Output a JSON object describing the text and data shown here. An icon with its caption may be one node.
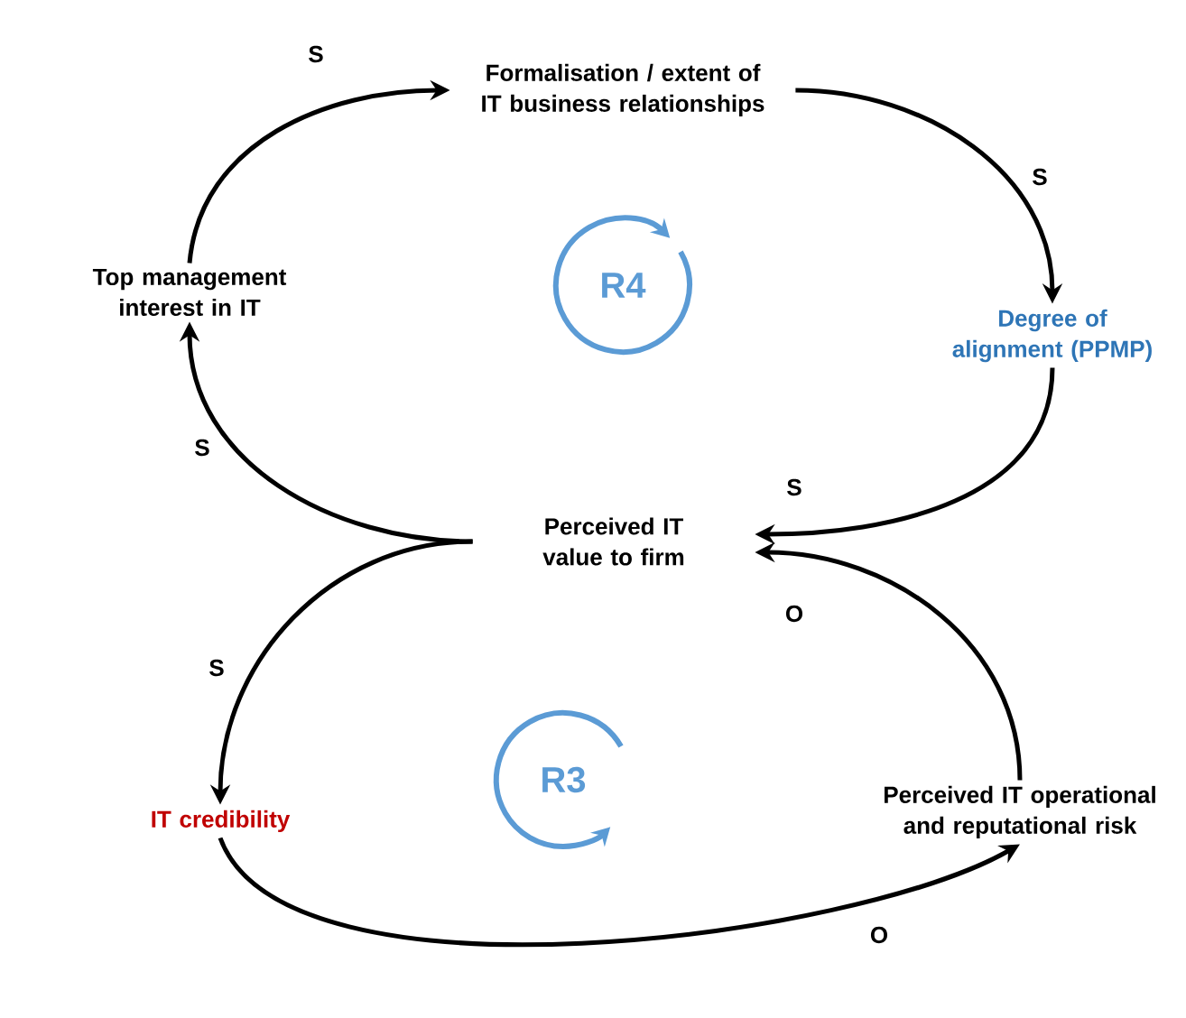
{
  "diagram": {
    "nodes": [
      {
        "text": [
          "Formalisation / extent of IT business relationships"
        ]
      },
      {
        "text": [
          "Degree of alignment (PPMP)"
        ]
      },
      {
        "text": [
          "Perceived IT value to firm"
        ]
      },
      {
        "text": [
          "Top management interest in IT"
        ]
      },
      {
        "text": [
          "IT credibility"
        ]
      },
      {
        "text": [
          "Perceived IT operational and reputational risk"
        ]
      }
    ],
    "edges": [
      {
        "from": 3,
        "to": 0,
        "arrow": "to",
        "label": "S"
      },
      {
        "from": 0,
        "to": 1,
        "arrow": "to",
        "label": "S"
      },
      {
        "from": 1,
        "to": 2,
        "arrow": "to",
        "label": "S"
      },
      {
        "from": 2,
        "to": 3,
        "arrow": "to",
        "label": "S"
      },
      {
        "from": 2,
        "to": 4,
        "arrow": "to",
        "label": "S"
      },
      {
        "from": 4,
        "to": 5,
        "arrow": "to",
        "label": "O"
      },
      {
        "from": 5,
        "to": 2,
        "arrow": "to",
        "label": "O"
      }
    ],
    "labels": [
      "R4",
      "R3"
    ]
  }
}
